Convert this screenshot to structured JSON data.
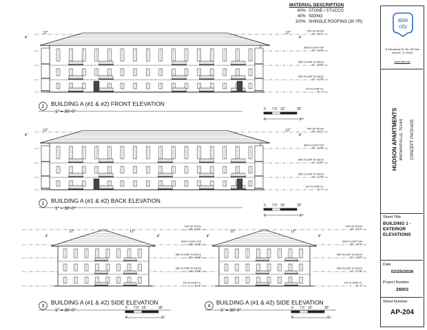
{
  "material": {
    "heading": "MATERIAL DESCRIPTION",
    "rows": [
      {
        "pct": "60%",
        "desc": "STONE / STUCCO"
      },
      {
        "pct": "40%",
        "desc": "SIDING"
      },
      {
        "pct": "100%",
        "desc": "SHINGLE ROOFING (30 YR)"
      }
    ]
  },
  "firm": {
    "logo_line1": "able",
    "logo_line2": "city",
    "address": "110 Broadway St. Ste. 590 San Antonio, TX 78205",
    "website": "www.able.city"
  },
  "project": {
    "name": "HUDSON APARTMENTS",
    "location": "BROWNSVILLE, TEXAS",
    "package": "CONCEPT PACKAGE"
  },
  "sheet": {
    "title_label": "Sheet Title",
    "title": "BUILDING 1 - EXTERIOR ELEVATIONS",
    "date_label": "Date",
    "date": "02/25/2026",
    "project_number_label": "Project Number",
    "project_number": "26003",
    "sheet_number_label": "Sheet Number",
    "sheet_number": "AP-204"
  },
  "level_labels": {
    "roof": [
      "TOP OF ROOF",
      "44' - 6 1/2\""
    ],
    "third_top": [
      "3RD FLOOR TOP",
      "30' - 4 7/8\""
    ],
    "third_deck": [
      "3RD FLOOR TO DECK",
      "21' - 3 3/4\""
    ],
    "second_deck": [
      "2ND FLOOR TO DECK",
      "10' - 1 7/8\""
    ],
    "first": [
      "1ST FLOOR F.F.",
      "0' - 0\""
    ]
  },
  "dims": {
    "overhang": "4\"",
    "pitch": "12\""
  },
  "views": [
    {
      "number": "2",
      "title": "BUILDING A (#1 & #2) FRONT ELEVATION",
      "scale": "1\" = 30'-0\""
    },
    {
      "number": "1",
      "title": "BUILDING A (#1 & #2) BACK ELEVATION",
      "scale": "1\" = 30'-0\""
    },
    {
      "number": "3",
      "title": "BUILDING A (#1 & #2) SIDE ELEVATION",
      "scale": "1\" = 30'-0\""
    },
    {
      "number": "4",
      "title": "BUILDING A (#1 & #2) SIDE ELEVATION",
      "scale": "1\" = 30'-0\""
    }
  ],
  "scale_bar": {
    "ticks": [
      "0",
      "7.5'",
      "15'",
      "30'"
    ],
    "under_left": "0",
    "under_right": "1\""
  }
}
